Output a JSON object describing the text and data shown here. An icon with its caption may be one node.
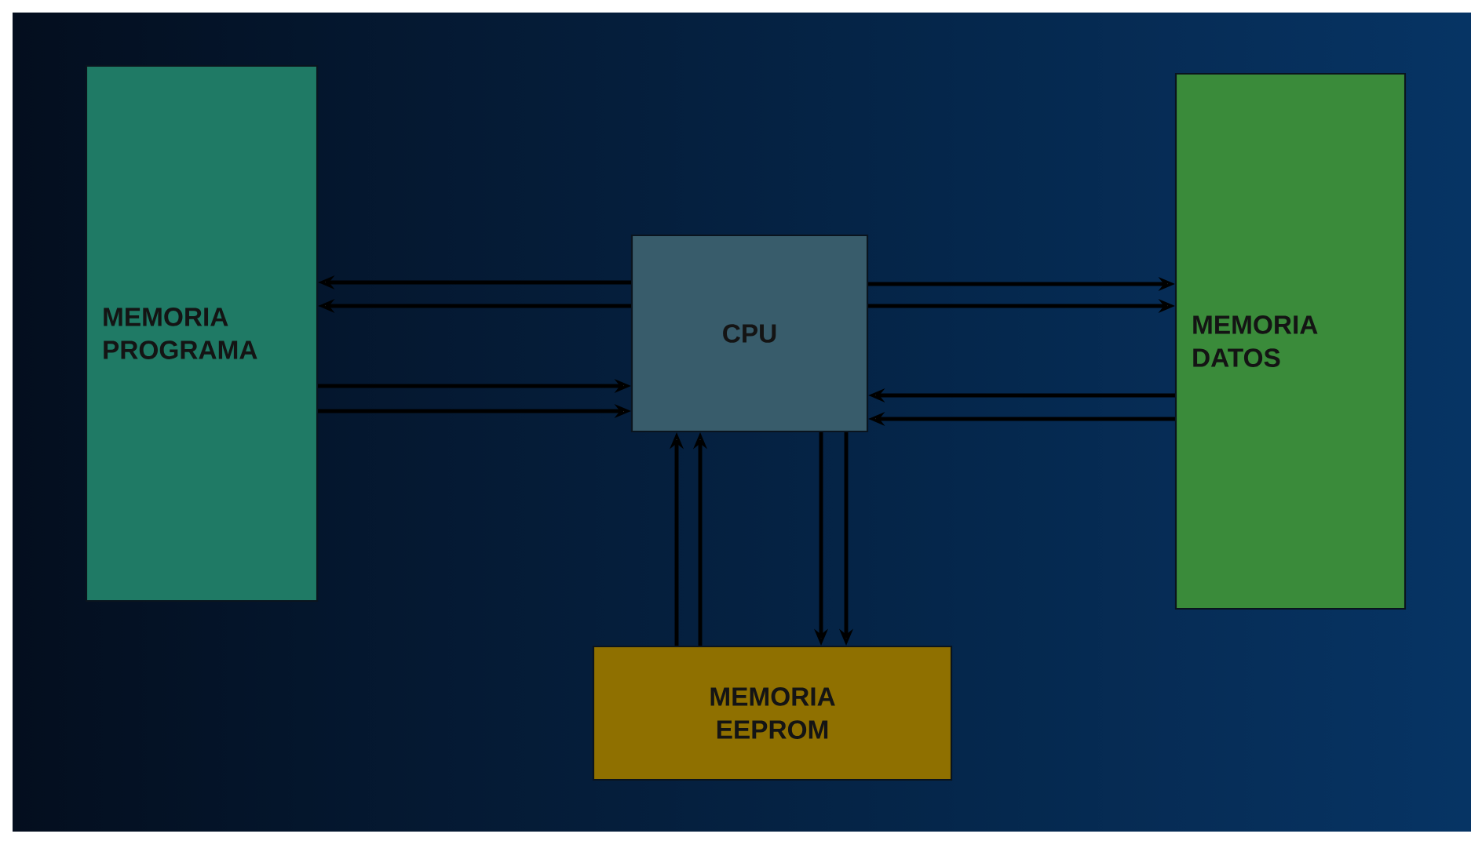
{
  "diagram": {
    "nodes": [
      {
        "text": [
          "MEMORIA PROGRAMA"
        ]
      },
      {
        "text": [
          "CPU"
        ]
      },
      {
        "text": [
          "MEMORIA DATOS"
        ]
      },
      {
        "text": [
          "MEMORIA EEPROM"
        ]
      }
    ],
    "edges": [
      {
        "from": 1,
        "to": 0,
        "arrow": "to"
      },
      {
        "from": 1,
        "to": 0,
        "arrow": "to"
      },
      {
        "from": 0,
        "to": 1,
        "arrow": "to"
      },
      {
        "from": 0,
        "to": 1,
        "arrow": "to"
      },
      {
        "from": 1,
        "to": 2,
        "arrow": "to"
      },
      {
        "from": 1,
        "to": 2,
        "arrow": "to"
      },
      {
        "from": 2,
        "to": 1,
        "arrow": "to"
      },
      {
        "from": 2,
        "to": 1,
        "arrow": "to"
      },
      {
        "from": 3,
        "to": 1,
        "arrow": "to"
      },
      {
        "from": 3,
        "to": 1,
        "arrow": "to"
      },
      {
        "from": 1,
        "to": 3,
        "arrow": "to"
      },
      {
        "from": 1,
        "to": 3,
        "arrow": "to"
      }
    ]
  }
}
